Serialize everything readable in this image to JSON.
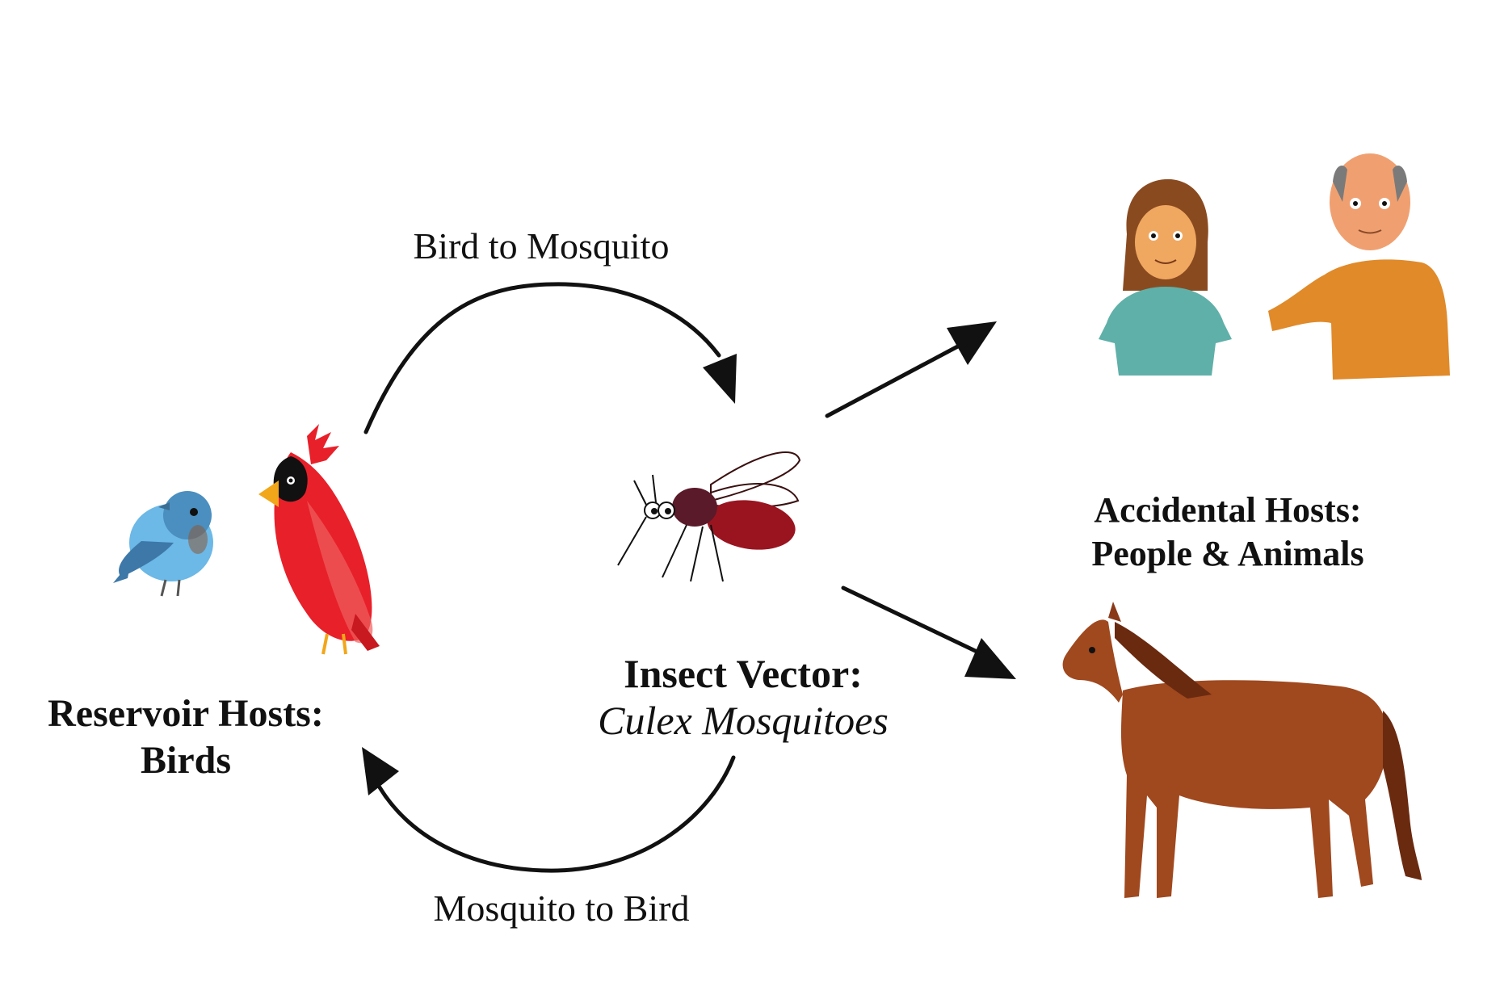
{
  "flows": {
    "bird_to_mosquito": "Bird to Mosquito",
    "mosquito_to_bird": "Mosquito to Bird"
  },
  "reservoir": {
    "title_line1": "Reservoir Hosts:",
    "title_line2": "Birds"
  },
  "vector": {
    "title": "Insect Vector:",
    "subtitle": "Culex Mosquitoes"
  },
  "accidental": {
    "title_line1": "Accidental Hosts:",
    "title_line2": "People & Animals"
  },
  "colors": {
    "arrow": "#111111",
    "bluebird": "#5aaee0",
    "cardinal": "#e8202a",
    "mosquito_body": "#9a1420",
    "girl_shirt": "#5fb0a8",
    "man_shirt": "#e08a2a",
    "horse": "#a0481e"
  }
}
